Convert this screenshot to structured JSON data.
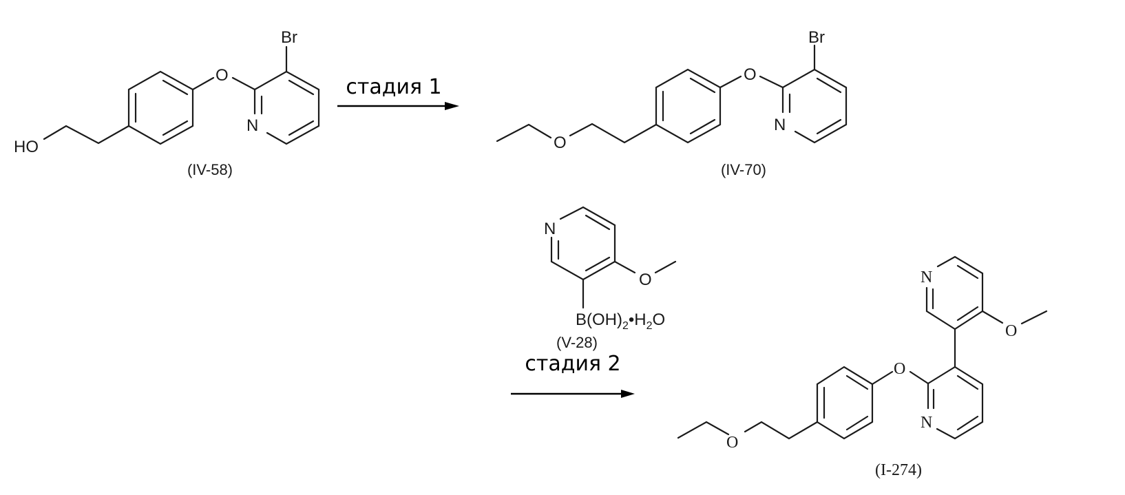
{
  "scheme": {
    "compounds": [
      {
        "id": "IV-58",
        "label": "(IV-58)",
        "atoms": {
          "hydroxyl": "HO",
          "ether_o": "O",
          "bromine": "Br",
          "ring_n": "N"
        }
      },
      {
        "id": "IV-70",
        "label": "(IV-70)",
        "atoms": {
          "ethoxy_o": "O",
          "ether_o": "O",
          "bromine": "Br",
          "ring_n": "N"
        }
      },
      {
        "id": "V-28",
        "label": "(V-28)",
        "atoms": {
          "ring_n": "N",
          "methoxy_o": "O",
          "boronic": "B(OH)",
          "boronic_sub": "2",
          "hydrate": "•H",
          "hydrate_sub": "2",
          "hydrate_o": "O"
        }
      },
      {
        "id": "I-274",
        "label": "(I-274)",
        "atoms": {
          "ethoxy_o": "O",
          "ether_o": "O",
          "ring_n_lower": "N",
          "ring_n_upper": "N",
          "methoxy_o": "O"
        }
      }
    ],
    "steps": [
      {
        "label": "стадия 1",
        "from": "IV-58",
        "to": "IV-70"
      },
      {
        "label": "стадия 2",
        "reagent": "V-28",
        "from": "IV-70",
        "to": "I-274"
      }
    ]
  }
}
